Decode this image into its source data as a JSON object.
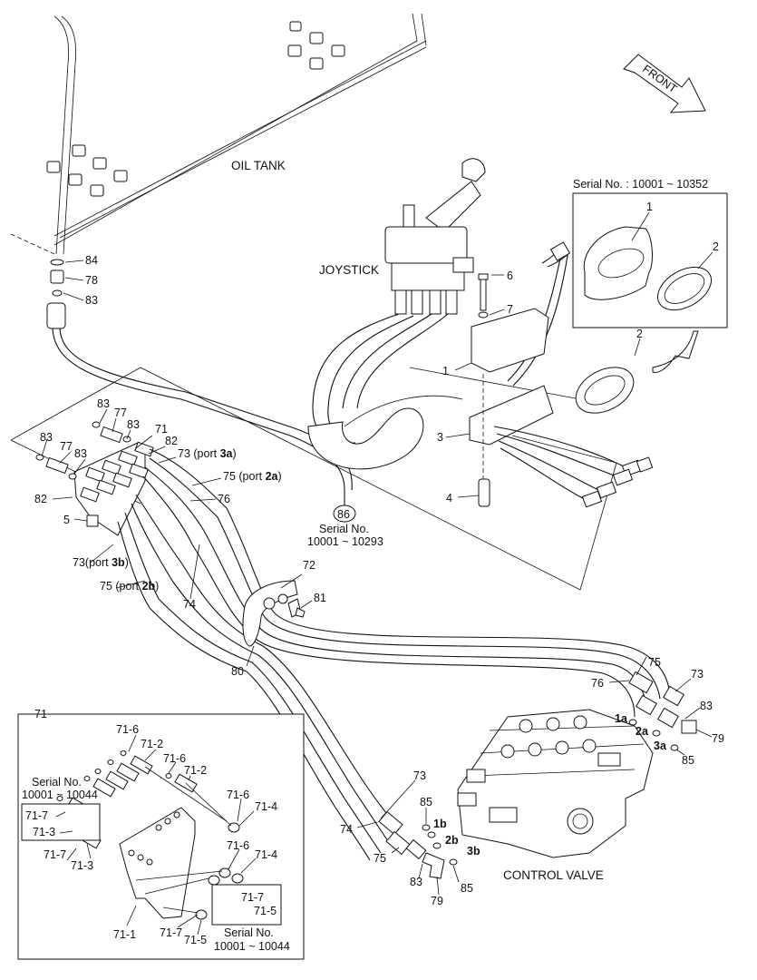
{
  "labels": {
    "oil_tank": "OIL TANK",
    "joystick": "JOYSTICK",
    "control_valve": "CONTROL VALVE",
    "front": "FRONT"
  },
  "inset_serial": {
    "title": "Serial No. : 10001 ~ 10352",
    "p1": "1",
    "p2": "2"
  },
  "serial_86": {
    "number": "86",
    "line1": "Serial No.",
    "line2": "10001 ~ 10293"
  },
  "inset71": {
    "title": "71",
    "serial_left_line1": "Serial No.",
    "serial_left_line2": "10001 ~ 10044",
    "serial_bottom_line1": "Serial No.",
    "serial_bottom_line2": "10001 ~ 10044",
    "p71_6a": "71-6",
    "p71_2a": "71-2",
    "p71_6b": "71-6",
    "p71_2b": "71-2",
    "p71_7a": "71-7",
    "p71_3a": "71-3",
    "p71_7b": "71-7",
    "p71_3b": "71-3",
    "p71_6c": "71-6",
    "p71_4a": "71-4",
    "p71_6d": "71-6",
    "p71_4b": "71-4",
    "p71_7c": "71-7",
    "p71_5a": "71-5",
    "p71_1": "71-1",
    "p71_7d": "71-7",
    "p71_5b": "71-5"
  },
  "tank_parts": {
    "p84": "84",
    "p78": "78",
    "p83": "83"
  },
  "joystick_parts": {
    "p6": "6",
    "p7": "7",
    "p1": "1",
    "p2": "2",
    "p3": "3",
    "p4": "4"
  },
  "plate_parts": {
    "p83a": "83",
    "p77a": "77",
    "p83b": "83",
    "p71": "71",
    "p83c": "83",
    "p77b": "77",
    "p83d": "83",
    "p82a": "82",
    "p73_3a": "73",
    "port_3a_pre": "(port ",
    "port_3a": "3a",
    "port_close": ")",
    "p75_2a": "75",
    "port_2a": "2a",
    "p76": "76",
    "p82b": "82",
    "p5": "5",
    "p73_3b": "73",
    "port_3b": "3b",
    "p75_2b": "75",
    "port_2b": "2b",
    "p74": "74"
  },
  "clamp_parts": {
    "p72": "72",
    "p81": "81",
    "p80": "80"
  },
  "valve_parts": {
    "p75": "75",
    "p76": "76",
    "p73a": "73",
    "p83a": "83",
    "p1a": "1a",
    "p2a": "2a",
    "p79a": "79",
    "p3a": "3a",
    "p85a": "85",
    "p73b": "73",
    "p85b": "85",
    "p1b": "1b",
    "p74": "74",
    "p2b": "2b",
    "p75b": "75",
    "p3b": "3b",
    "p83b": "83",
    "p85c": "85",
    "p79b": "79"
  }
}
